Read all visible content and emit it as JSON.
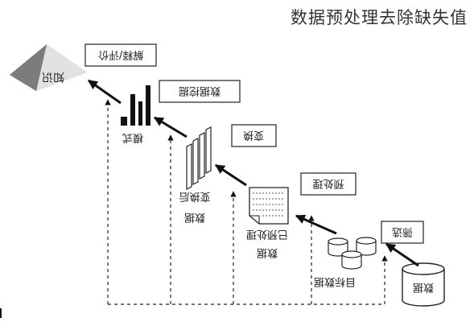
{
  "page_title": "数据预处理去除缺失值",
  "diagram": {
    "knowledge": "知识",
    "interpret_eval": "解释/评价",
    "data_mining": "数据挖掘",
    "transform": "变换",
    "preprocess": "预处理",
    "select": "筛选",
    "model": "模式",
    "transformed_data": [
      "变换后",
      "数据"
    ],
    "preprocessed_data": [
      "已预处理",
      "数据"
    ],
    "target_data": "目标数据",
    "data": "数据"
  }
}
